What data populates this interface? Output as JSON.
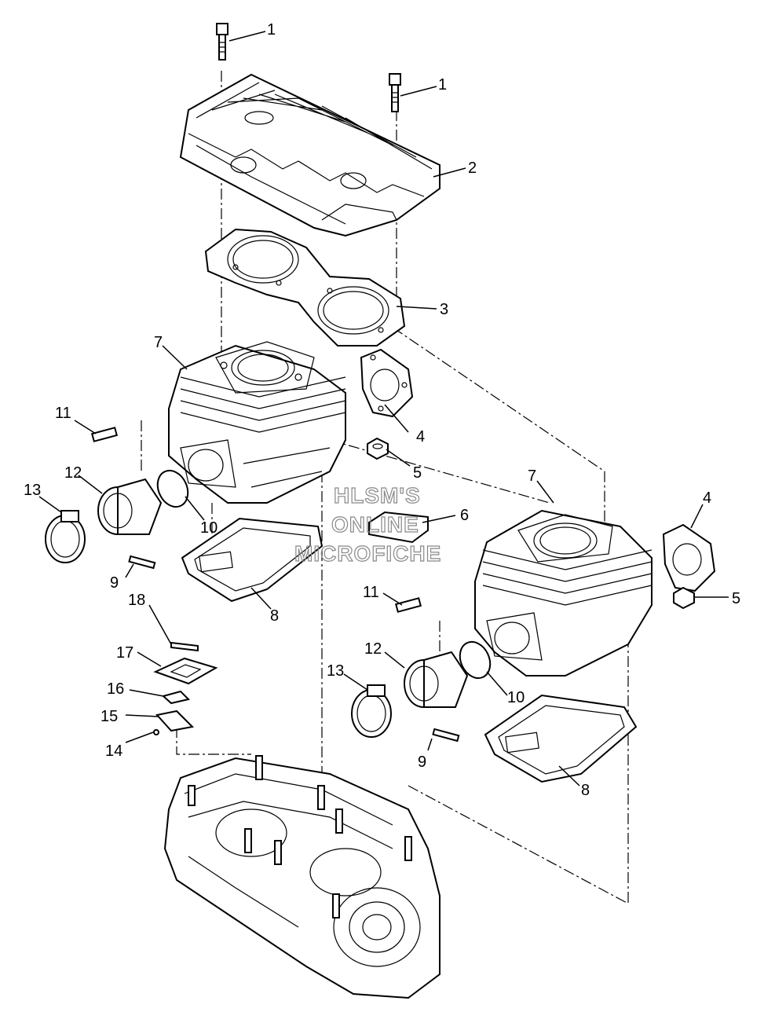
{
  "watermark": {
    "line1": "HLSM'S",
    "line2": "ONLINE",
    "line3": "MICROFICHE"
  },
  "callouts": {
    "c1a": "1",
    "c1b": "1",
    "c2": "2",
    "c3": "3",
    "c4a": "4",
    "c4b": "4",
    "c5a": "5",
    "c5b": "5",
    "c6": "6",
    "c7a": "7",
    "c7b": "7",
    "c8a": "8",
    "c8b": "8",
    "c9a": "9",
    "c9b": "9",
    "c10a": "10",
    "c10b": "10",
    "c11a": "11",
    "c11b": "11",
    "c12a": "12",
    "c12b": "12",
    "c13a": "13",
    "c13b": "13",
    "c14": "14",
    "c15": "15",
    "c16": "16",
    "c17": "17",
    "c18": "18"
  }
}
